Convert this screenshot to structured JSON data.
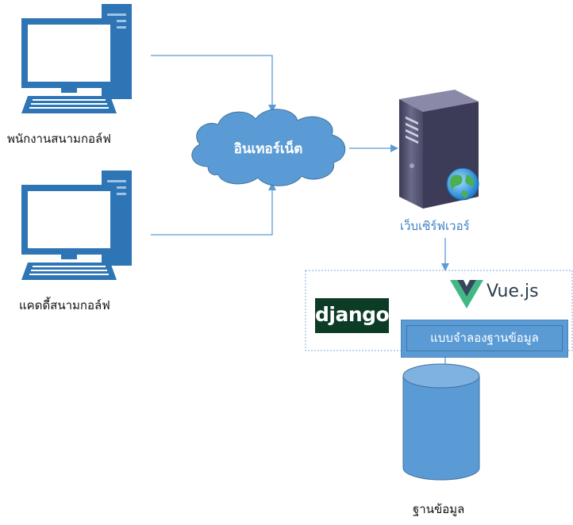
{
  "nodes": {
    "staff_label": "พนักงานสนามกอล์ฟ",
    "caddy_label": "แคดดี้สนามกอล์ฟ",
    "internet_label": "อินเทอร์เน็ต",
    "webserver_label": "เว็บเซิร์ฟเวอร์",
    "database_label": "ฐานข้อมูล"
  },
  "server_box": {
    "django_logo": "django",
    "vue_logo": "Vue.js",
    "model_label": "แบบจำลองฐานข้อมูล"
  },
  "colors": {
    "connector": "#5b9bd5",
    "cloud": "#5b9bd5",
    "database": "#5b9bd5",
    "django_bg": "#0c3c26",
    "vue_green": "#41b883",
    "vue_dark": "#35495e",
    "computer": "#2e75b6"
  },
  "icons": [
    "computer-icon",
    "cloud-icon",
    "server-icon",
    "globe-icon",
    "database-icon",
    "vue-logo-icon"
  ]
}
